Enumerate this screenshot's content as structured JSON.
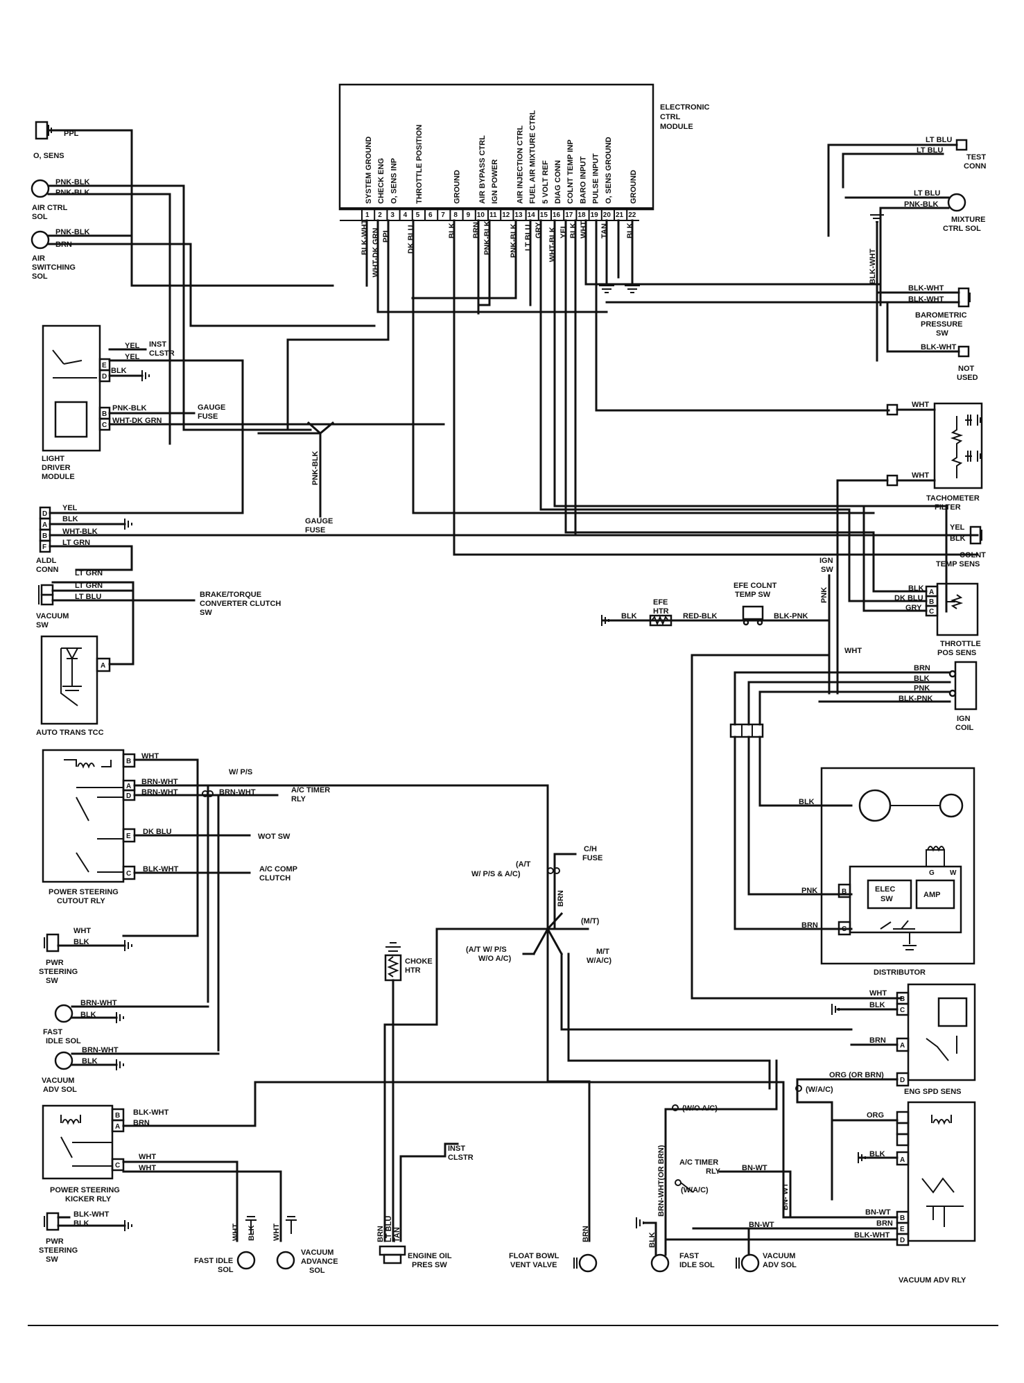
{
  "ecm": {
    "label_lines": [
      "ELECTRONIC",
      "CTRL",
      "MODULE"
    ],
    "pin_functions": [
      "SYSTEM GROUND",
      "CHECK ENG",
      "O, SENS INP",
      "",
      "THROTTLE POSITION",
      "",
      "",
      "GROUND",
      "",
      "AIR BYPASS CTRL",
      "IGN POWER",
      "",
      "AIR INJECTION CTRL",
      "FUEL AIR MIXTURE CTRL",
      "5 VOLT REF",
      "DIAG CONN",
      "COLNT TEMP INP",
      "BARO INPUT",
      "PULSE INPUT",
      "O, SENS GROUND",
      "",
      "GROUND"
    ],
    "pins": [
      "1",
      "2",
      "3",
      "4",
      "5",
      "6",
      "7",
      "8",
      "9",
      "10",
      "11",
      "12",
      "13",
      "14",
      "15",
      "16",
      "17",
      "18",
      "19",
      "20",
      "21",
      "22"
    ],
    "pin_wires": [
      "BLK-WHT",
      "WHT-DK GRN",
      "PPL",
      "",
      "DK BLU",
      "",
      "",
      "BLK",
      "",
      "BRN",
      "PNK-BLK",
      "",
      "PNK-BLK",
      "LT BLU",
      "GRY",
      "WHT-BLK",
      "YEL",
      "BLK",
      "WHT",
      "TAN",
      "",
      "BLK"
    ]
  },
  "components": {
    "o2_sens": "O, SENS",
    "air_ctrl_sol": [
      "AIR CTRL",
      "SOL"
    ],
    "air_switching_sol": [
      "AIR",
      "SWITCHING",
      "SOL"
    ],
    "light_driver_module": [
      "LIGHT",
      "DRIVER",
      "MODULE"
    ],
    "inst_clstr": [
      "INST",
      "CLSTR"
    ],
    "gauge_fuse": [
      "GAUGE",
      "FUSE"
    ],
    "aldl_conn": [
      "ALDL",
      "CONN"
    ],
    "vacuum_sw": [
      "VACUUM",
      "SW"
    ],
    "brake_torque": [
      "BRAKE/TORQUE",
      "CONVERTER CLUTCH",
      "SW"
    ],
    "auto_trans_tcc": "AUTO TRANS TCC",
    "test_conn": [
      "TEST",
      "CONN"
    ],
    "mixture_ctrl_sol": [
      "MIXTURE",
      "CTRL SOL"
    ],
    "baro_sw": [
      "BAROMETRIC",
      "PRESSURE",
      "SW"
    ],
    "not_used": [
      "NOT",
      "USED"
    ],
    "tach_filter": [
      "TACHOMETER",
      "FILTER"
    ],
    "colnt_temp_sens": [
      "COLNT",
      "TEMP SENS"
    ],
    "ign_sw": [
      "IGN",
      "SW"
    ],
    "efe_htr": [
      "EFE",
      "HTR"
    ],
    "efe_colnt": [
      "EFE COLNT",
      "TEMP SW"
    ],
    "throttle_pos_sens": [
      "THROTTLE",
      "POS SENS"
    ],
    "ign_coil": [
      "IGN",
      "COIL"
    ],
    "distributor": "DISTRIBUTOR",
    "elec_sw": [
      "ELEC",
      "SW"
    ],
    "amp": "AMP",
    "ps_cutout_rly": [
      "POWER STEERING",
      "CUTOUT RLY"
    ],
    "wot_sw": "WOT SW",
    "ac_timer_rly": [
      "A/C TIMER",
      "RLY"
    ],
    "ac_comp_clutch": [
      "A/C COMP",
      "CLUTCH"
    ],
    "pwr_steering_sw": [
      "PWR",
      "STEERING",
      "SW"
    ],
    "fast_idle_sol": [
      "FAST",
      "IDLE SOL"
    ],
    "vacuum_adv_sol": [
      "VACUUM",
      "ADV SOL"
    ],
    "ps_kicker_rly": [
      "POWER STEERING",
      "KICKER RLY"
    ],
    "fast_idle_sol_b": [
      "FAST IDLE",
      "SOL"
    ],
    "vacuum_advance_sol": [
      "VACUUM",
      "ADVANCE",
      "SOL"
    ],
    "choke_htr": [
      "CHOKE",
      "HTR"
    ],
    "engine_oil_pres": [
      "ENGINE OIL",
      "PRES SW"
    ],
    "float_bowl": [
      "FLOAT BOWL",
      "VENT VALVE"
    ],
    "ch_fuse": [
      "C/H",
      "FUSE"
    ],
    "eng_spd_sens": "ENG SPD SENS",
    "vacuum_adv_rly": "VACUUM ADV RLY",
    "fast_idle_sol_c": [
      "FAST",
      "IDLE SOL"
    ],
    "vacuum_adv_sol_c": [
      "VACUUM",
      "ADV SOL"
    ],
    "ac_timer_rly_b": [
      "A/C TIMER",
      "RLY"
    ]
  },
  "wires": {
    "ppl": "PPL",
    "pnk_blk": "PNK-BLK",
    "brn": "BRN",
    "yel": "YEL",
    "blk": "BLK",
    "blk_wht": "BLK-WHT",
    "wht_dk_grn": "WHT-DK GRN",
    "wht_blk": "WHT-BLK",
    "lt_grn": "LT GRN",
    "lt_blu": "LT BLU",
    "wht": "WHT",
    "tan": "TAN",
    "dk_blu": "DK BLU",
    "gry": "GRY",
    "red_blk": "RED-BLK",
    "brn_wht": "BRN-WHT",
    "pnk": "PNK",
    "blk_pnk": "BLK-PNK",
    "org": "ORG",
    "org_or_brn": "ORG (OR BRN)",
    "bn_wt": "BN-WT",
    "bn_wt_v": "BN- WT",
    "brn_wht_or_brn": "BRN-WHT(OR BRN)",
    "lt_blu_v": "LT BLU"
  },
  "annotations": {
    "w_ps": "W/ P/S",
    "at_ps_ac": [
      "(A/T",
      "W/ P/S & A/C)"
    ],
    "mt": "(M/T)",
    "at_wo_ac": [
      "(A/T W/ P/S",
      "W/O A/C)"
    ],
    "mt_wac": [
      "M/T",
      "W/A/C)"
    ],
    "w_ac": "(W/A/C)",
    "wo_ac": "(W/O A/C)",
    "w_ac_b": "(W/A/C)"
  },
  "letters": [
    "A",
    "B",
    "C",
    "D",
    "E",
    "F",
    "G",
    "W"
  ]
}
